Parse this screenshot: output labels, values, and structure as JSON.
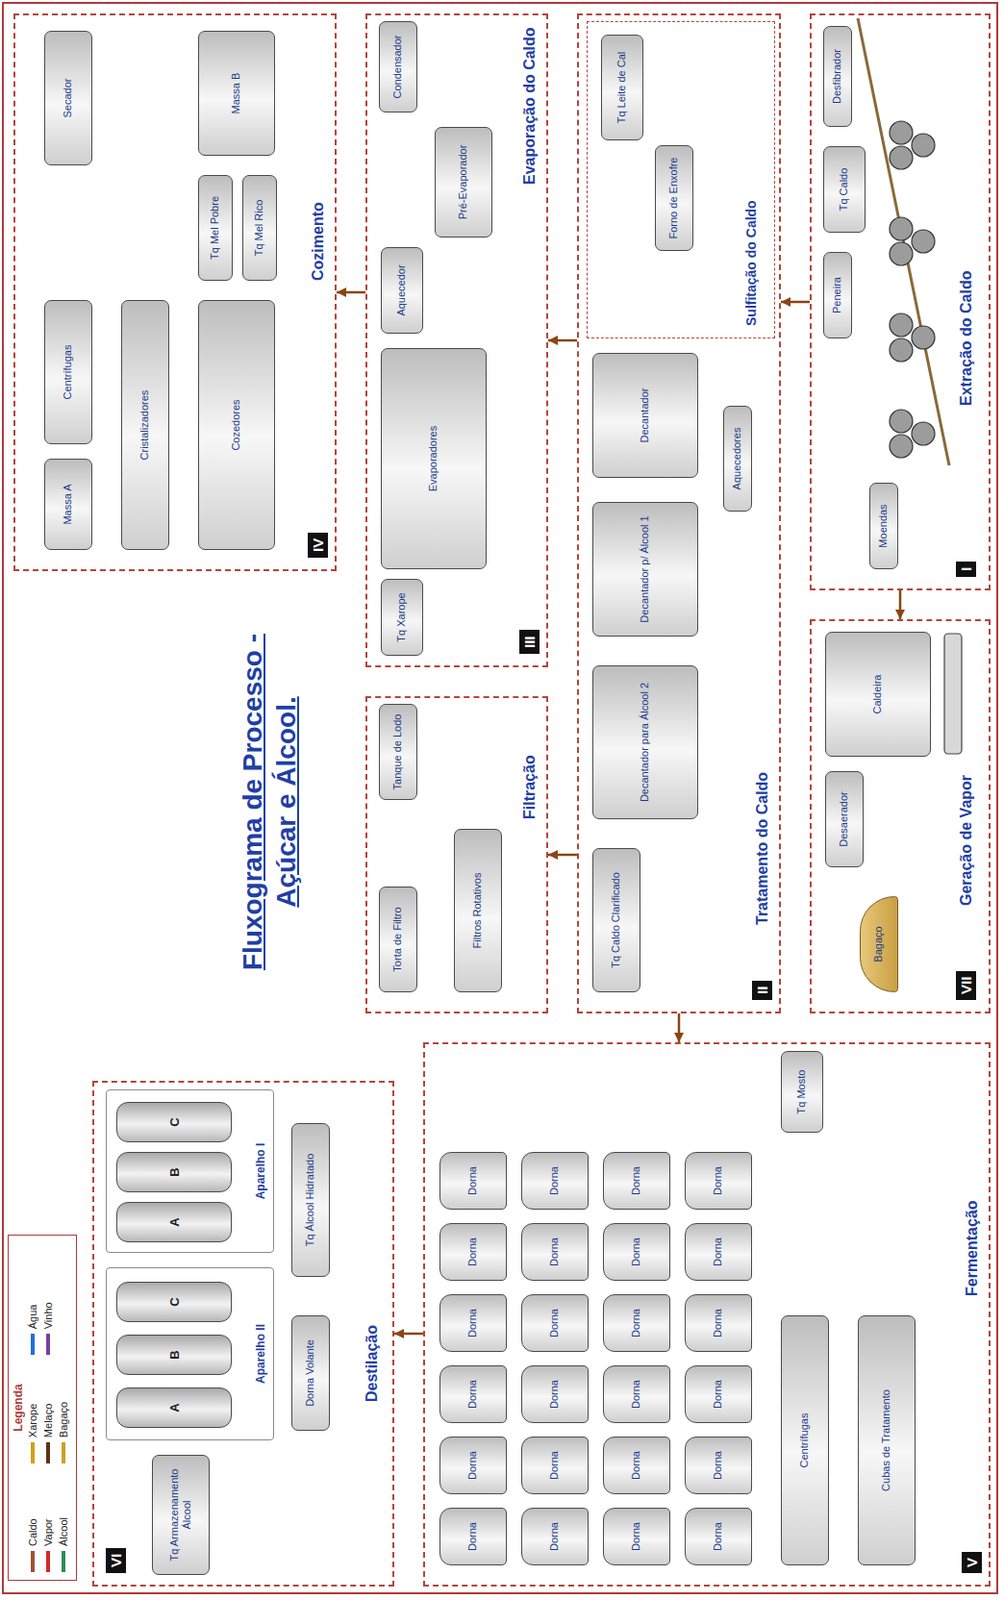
{
  "diagram": {
    "title": "Fluxograma de Processo - Açúcar e Álcool.",
    "nodes": [
      {
        "text": [
          "Extração do Caldo",
          "I"
        ]
      },
      {
        "text": [
          "Desfibrador"
        ],
        "in": 0
      },
      {
        "text": [
          "Peneira"
        ],
        "in": 0
      },
      {
        "text": [
          "Tq Caldo"
        ],
        "in": 0
      },
      {
        "text": [
          "Moendas"
        ],
        "in": 0
      },
      {
        "text": [
          "Geração de Vapor",
          "VII"
        ]
      },
      {
        "text": [
          "Caldeira"
        ],
        "in": 5
      },
      {
        "text": [
          "Desaerador"
        ],
        "in": 5
      },
      {
        "text": [
          "Bagaço"
        ],
        "in": 5
      },
      {
        "text": [
          "Tratamento do Caldo",
          "II"
        ]
      },
      {
        "text": [
          "Sulfitação do Caldo"
        ],
        "in": 9
      },
      {
        "text": [
          "Tq Leite de Cal"
        ],
        "in": 10
      },
      {
        "text": [
          "Forno de Enxofre"
        ],
        "in": 10
      },
      {
        "text": [
          "Decantador"
        ],
        "in": 9
      },
      {
        "text": [
          "Decantador p/ Álcool 1"
        ],
        "in": 9
      },
      {
        "text": [
          "Decantador para Álcool 2"
        ],
        "in": 9
      },
      {
        "text": [
          "Aquecedores"
        ],
        "in": 9
      },
      {
        "text": [
          "Tq Caldo Clarificado"
        ],
        "in": 9
      },
      {
        "text": [
          "Filtração"
        ]
      },
      {
        "text": [
          "Tanque de Lodo"
        ],
        "in": 18
      },
      {
        "text": [
          "Filtros Rotativos"
        ],
        "in": 18
      },
      {
        "text": [
          "Torta de Filtro"
        ],
        "in": 18
      },
      {
        "text": [
          "Evaporação do Caldo",
          "III"
        ]
      },
      {
        "text": [
          "Condensador"
        ],
        "in": 22
      },
      {
        "text": [
          "Pré-Evaporador"
        ],
        "in": 22
      },
      {
        "text": [
          "Aquecedor"
        ],
        "in": 22
      },
      {
        "text": [
          "Evaporadores"
        ],
        "in": 22
      },
      {
        "text": [
          "Tq Xarope"
        ],
        "in": 22
      },
      {
        "text": [
          "Cozimento",
          "IV"
        ]
      },
      {
        "text": [
          "Secador"
        ],
        "in": 28
      },
      {
        "text": [
          "Centrífugas"
        ],
        "in": 28
      },
      {
        "text": [
          "Massa A"
        ],
        "in": 28
      },
      {
        "text": [
          "Cristalizadores"
        ],
        "in": 28
      },
      {
        "text": [
          "Cozedores"
        ],
        "in": 28
      },
      {
        "text": [
          "Tq Mel Pobre"
        ],
        "in": 28
      },
      {
        "text": [
          "Tq Mel Rico"
        ],
        "in": 28
      },
      {
        "text": [
          "Massa B"
        ],
        "in": 28
      },
      {
        "text": [
          "Fermentação",
          "V"
        ]
      },
      {
        "text": [
          "Dorna"
        ],
        "in": 37
      },
      {
        "text": [
          "Dorna"
        ],
        "in": 37
      },
      {
        "text": [
          "Dorna"
        ],
        "in": 37
      },
      {
        "text": [
          "Dorna"
        ],
        "in": 37
      },
      {
        "text": [
          "Dorna"
        ],
        "in": 37
      },
      {
        "text": [
          "Dorna"
        ],
        "in": 37
      },
      {
        "text": [
          "Dorna"
        ],
        "in": 37
      },
      {
        "text": [
          "Dorna"
        ],
        "in": 37
      },
      {
        "text": [
          "Dorna"
        ],
        "in": 37
      },
      {
        "text": [
          "Dorna"
        ],
        "in": 37
      },
      {
        "text": [
          "Dorna"
        ],
        "in": 37
      },
      {
        "text": [
          "Dorna"
        ],
        "in": 37
      },
      {
        "text": [
          "Dorna"
        ],
        "in": 37
      },
      {
        "text": [
          "Dorna"
        ],
        "in": 37
      },
      {
        "text": [
          "Dorna"
        ],
        "in": 37
      },
      {
        "text": [
          "Dorna"
        ],
        "in": 37
      },
      {
        "text": [
          "Dorna"
        ],
        "in": 37
      },
      {
        "text": [
          "Dorna"
        ],
        "in": 37
      },
      {
        "text": [
          "Dorna"
        ],
        "in": 37
      },
      {
        "text": [
          "Dorna"
        ],
        "in": 37
      },
      {
        "text": [
          "Dorna"
        ],
        "in": 37
      },
      {
        "text": [
          "Dorna"
        ],
        "in": 37
      },
      {
        "text": [
          "Dorna"
        ],
        "in": 37
      },
      {
        "text": [
          "Dorna"
        ],
        "in": 37
      },
      {
        "text": [
          "Centrífugas"
        ],
        "in": 37
      },
      {
        "text": [
          "Cubas de Tratamento"
        ],
        "in": 37
      },
      {
        "text": [
          "Tq Mosto"
        ],
        "in": 37
      },
      {
        "text": [
          "Destilação",
          "VI"
        ]
      },
      {
        "text": [
          "Tq Armazenamento Álcool"
        ],
        "in": 65
      },
      {
        "text": [
          "Aparelho II"
        ],
        "in": 65
      },
      {
        "text": [
          "A"
        ],
        "in": 67
      },
      {
        "text": [
          "B"
        ],
        "in": 67
      },
      {
        "text": [
          "C"
        ],
        "in": 67
      },
      {
        "text": [
          "Aparelho I"
        ],
        "in": 65
      },
      {
        "text": [
          "A"
        ],
        "in": 71
      },
      {
        "text": [
          "B"
        ],
        "in": 71
      },
      {
        "text": [
          "C"
        ],
        "in": 71
      },
      {
        "text": [
          "Dorna Volante"
        ],
        "in": 65
      },
      {
        "text": [
          "Tq Álcool Hidratado"
        ],
        "in": 65
      }
    ],
    "edges": [
      {
        "from": 0,
        "to": 9,
        "arrow": "to"
      },
      {
        "from": 0,
        "to": 5,
        "arrow": "to"
      },
      {
        "from": 9,
        "to": 22,
        "arrow": "to"
      },
      {
        "from": 9,
        "to": 18,
        "arrow": "to"
      },
      {
        "from": 22,
        "to": 28,
        "arrow": "to"
      },
      {
        "from": 9,
        "to": 37,
        "arrow": "to"
      },
      {
        "from": 37,
        "to": 65,
        "arrow": "to"
      }
    ],
    "labels": [
      "Legenda"
    ],
    "legend": [
      {
        "text": "Caldo",
        "color": "#a0522d"
      },
      {
        "text": "Xarope",
        "color": "#d4a017"
      },
      {
        "text": "Água",
        "color": "#1e6fd9"
      },
      {
        "text": "Vapor",
        "color": "#d62828"
      },
      {
        "text": "Melaço",
        "color": "#5c3317"
      },
      {
        "text": "Vinho",
        "color": "#7b3fa0"
      },
      {
        "text": "Álcool",
        "color": "#2e8b57"
      },
      {
        "text": "Bagaço",
        "color": "#c9a227"
      }
    ]
  }
}
